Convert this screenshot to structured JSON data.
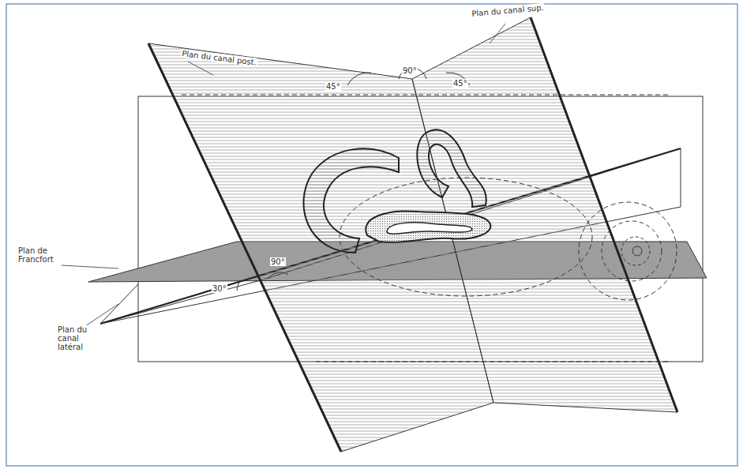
{
  "diagram": {
    "labels": [
      "Plan du canal post.",
      "Plan du canal sup.",
      "45°",
      "90°",
      "45°",
      "Plan de Francfort",
      "90°",
      "30°",
      "Plan du canal latéral"
    ]
  }
}
